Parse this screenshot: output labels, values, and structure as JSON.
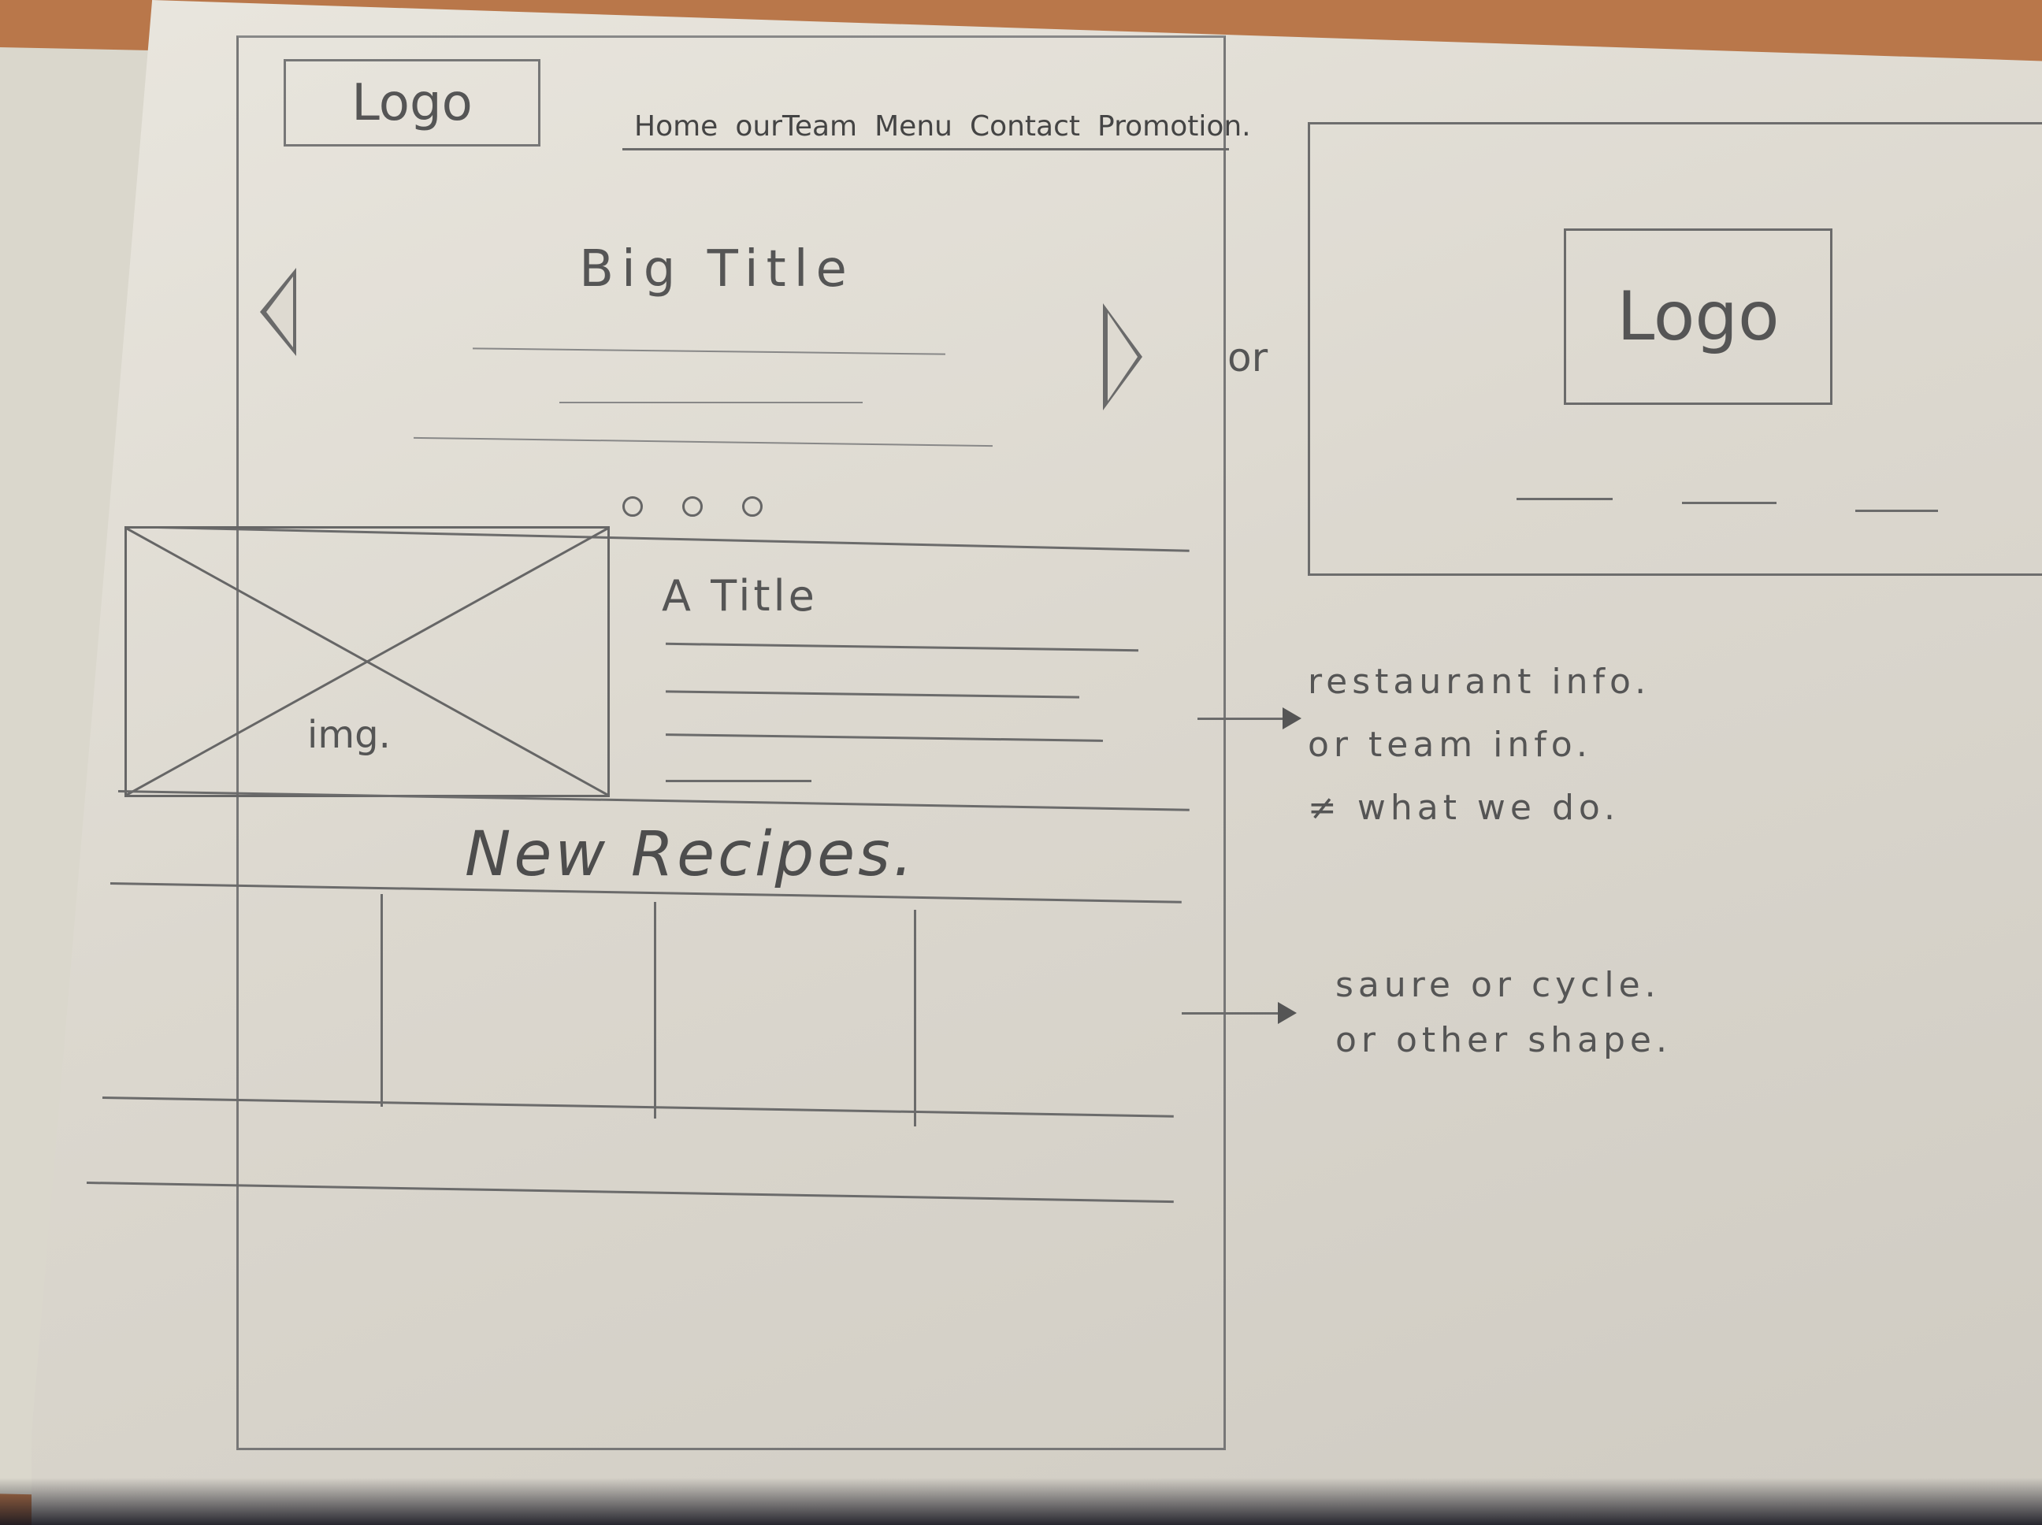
{
  "sketch": {
    "logo": "Logo",
    "nav": [
      "Home",
      "ourTeam",
      "Menu",
      "Contact",
      "Promotion."
    ],
    "hero_title": "Big Title",
    "img_label": "img.",
    "section_title": "A Title",
    "recipes_heading": "New Recipes.",
    "or_label": "or",
    "alt_logo": "Logo",
    "info_note": [
      "restaurant info.",
      "or team info.",
      "≠ what we do."
    ],
    "shape_note": [
      "saure or cycle.",
      "or other shape."
    ]
  }
}
